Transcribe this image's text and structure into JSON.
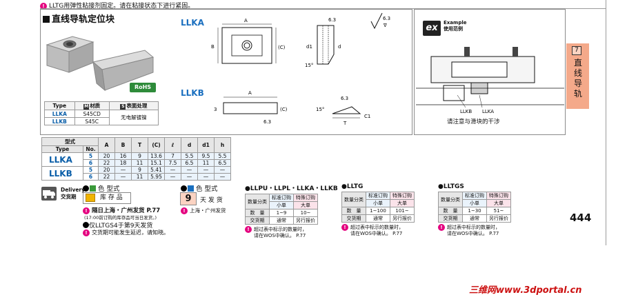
{
  "top_note": "LLTG用弹性粘接剂固定。请在粘接状态下进行紧固。",
  "product": {
    "title": "直线导轨定位块",
    "rohs": "RoHS",
    "variant_labels": [
      "LLKA",
      "LLKB"
    ]
  },
  "material_table": {
    "headers": [
      "Type",
      "材质",
      "表面处理"
    ],
    "header_badges": [
      "M",
      "S"
    ],
    "rows": [
      {
        "type": "LLKA",
        "material": "S45CD"
      },
      {
        "type": "LLKB",
        "material": "S45C"
      }
    ],
    "surface": "无电解镀镍"
  },
  "drawing": {
    "dim_A": "A",
    "dim_B": "B",
    "dim_C": "(C)",
    "dim_d1": "d1",
    "dim_d": "d",
    "dim_T": "T",
    "dim_3": "3",
    "dim_C1": "C1",
    "rough_63": "6.3",
    "angle_15": "15°",
    "rough_symbol_a": "6.3",
    "rough_symbol_b": "∇"
  },
  "example": {
    "icon": "ex",
    "title": "Example",
    "subtitle": "使用范例",
    "label_llkb": "LLKB",
    "label_llka": "LLKA",
    "caption": "请注意与滑块的干涉"
  },
  "side_tab": {
    "number": "7",
    "text": "直线导轨"
  },
  "dimension_table": {
    "header_top": "型式",
    "header_type": "Type",
    "header_no": "No.",
    "columns": [
      "A",
      "B",
      "T",
      "(C)",
      "ℓ",
      "d",
      "d1",
      "h"
    ],
    "groups": [
      {
        "type": "LLKA",
        "rows": [
          {
            "no": "5",
            "values": [
              "20",
              "16",
              "9",
              "13.6",
              "7",
              "5.5",
              "9.5",
              "5.5"
            ]
          },
          {
            "no": "6",
            "values": [
              "22",
              "18",
              "11",
              "15.1",
              "7.5",
              "6.5",
              "11",
              "6.5"
            ]
          }
        ]
      },
      {
        "type": "LLKB",
        "rows": [
          {
            "no": "5",
            "values": [
              "20",
              "—",
              "9",
              "5.41",
              "—",
              "—",
              "—",
              "—"
            ]
          },
          {
            "no": "6",
            "values": [
              "22",
              "—",
              "11",
              "5.95",
              "—",
              "—",
              "—",
              "—"
            ]
          }
        ]
      }
    ]
  },
  "delivery": {
    "label_en": "Delivery",
    "label_cn": "交货期",
    "color_type": "色 型式",
    "stock_label": "库 存 品",
    "line1": "隔日上海・广州发货",
    "line1_ref": "P.77",
    "line2": "(17:00前订购的库存品可当日发货。)",
    "line3": "仅LLTGS4于第9天发货",
    "line4": "交货期可能发生延迟，请知晓。",
    "days_color": "色 型式",
    "days_number": "9",
    "days_label": "天 发 货",
    "days_note": "上海・广州发货"
  },
  "quantity_tables": [
    {
      "title": "●LLPU・LLPL・LLKA・LLKB",
      "hdr": "数量分类",
      "std": "标准订购",
      "spc": "特殊订购",
      "size_std": "小单",
      "size_spc": "大单",
      "qty_label": "数　量",
      "qty_std": "1~9",
      "qty_spc": "10~",
      "del_label": "交货期",
      "del_std": "通常",
      "del_spc": "另行报价",
      "note1": "超过表中标示的数量时，",
      "note2": "请在WOS中确认。",
      "note_ref": "P.77"
    },
    {
      "title": "●LLTG",
      "hdr": "数量分类",
      "std": "标准订购",
      "spc": "特殊订购",
      "size_std": "小单",
      "size_spc": "大单",
      "qty_label": "数　量",
      "qty_std": "1~100",
      "qty_spc": "101~",
      "del_label": "交货期",
      "del_std": "通常",
      "del_spc": "另行报价",
      "note1": "超过表中标示的数量时，",
      "note2": "请在WOS中确认。",
      "note_ref": "P.77"
    },
    {
      "title": "●LLTGS",
      "hdr": "数量分类",
      "std": "标准订购",
      "spc": "特殊订购",
      "size_std": "小单",
      "size_spc": "大单",
      "qty_label": "数　量",
      "qty_std": "1~30",
      "qty_spc": "51~",
      "del_label": "交货期",
      "del_std": "通常",
      "del_spc": "另行报价",
      "note1": "超过表中标示的数量时，",
      "note2": "请在WOS中确认。",
      "note_ref": "P.77"
    }
  ],
  "page_number": "444",
  "watermark": "三维网www.3dportal.cn"
}
